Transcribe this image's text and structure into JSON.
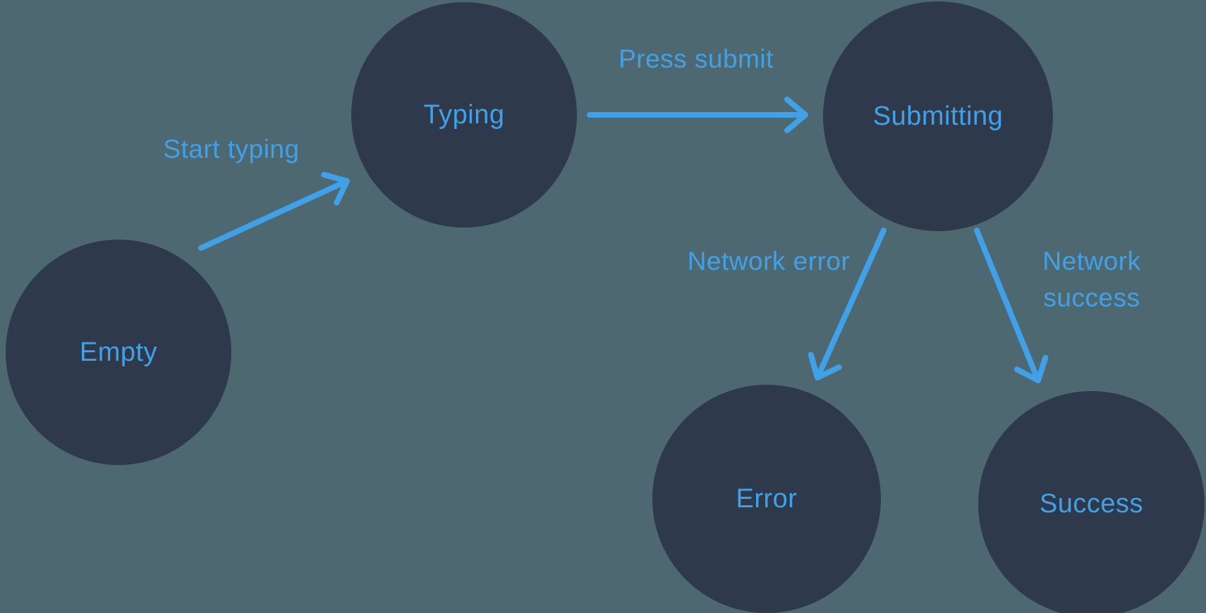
{
  "diagram": {
    "type": "state-machine",
    "colors": {
      "background": "#4D6871",
      "node_fill": "#2E3A4B",
      "accent": "#40A1E8"
    },
    "nodes": [
      {
        "id": "empty",
        "label": "Empty"
      },
      {
        "id": "typing",
        "label": "Typing"
      },
      {
        "id": "submitting",
        "label": "Submitting"
      },
      {
        "id": "error",
        "label": "Error"
      },
      {
        "id": "success",
        "label": "Success"
      }
    ],
    "edges": [
      {
        "from": "empty",
        "to": "typing",
        "label": "Start typing"
      },
      {
        "from": "typing",
        "to": "submitting",
        "label": "Press submit"
      },
      {
        "from": "submitting",
        "to": "error",
        "label": "Network error"
      },
      {
        "from": "submitting",
        "to": "success",
        "label": "Network success"
      }
    ]
  }
}
